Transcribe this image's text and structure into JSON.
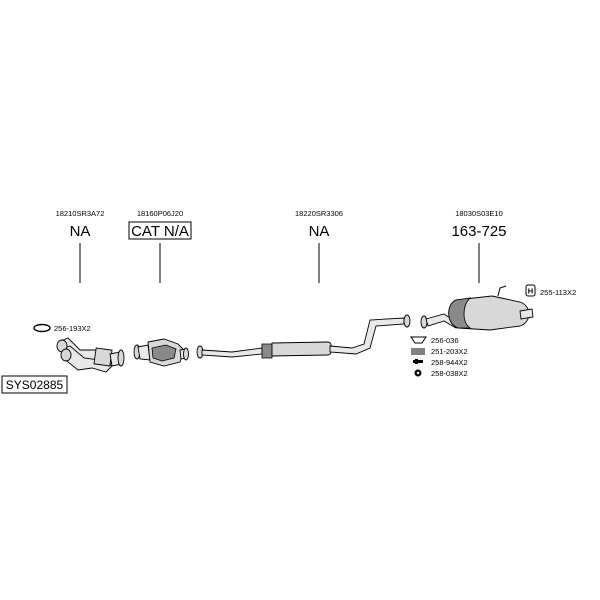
{
  "diagram_code": "SYS02885",
  "sections": [
    {
      "oem": "18210SR3A72",
      "ref": "NA",
      "boxed": false
    },
    {
      "oem": "18160P06J20",
      "ref": "CAT N/A",
      "boxed": true
    },
    {
      "oem": "18220SR3306",
      "ref": "NA",
      "boxed": false
    },
    {
      "oem": "18030S03E10",
      "ref": "163-725",
      "boxed": false
    }
  ],
  "accessories": {
    "front_gasket": "256-193X2",
    "hanger": "255-113X2",
    "ring": "256-036",
    "spring": "251-203X2",
    "bolt": "258-944X2",
    "nut": "258-038X2"
  },
  "icons": {
    "hanger_symbol": "H"
  }
}
